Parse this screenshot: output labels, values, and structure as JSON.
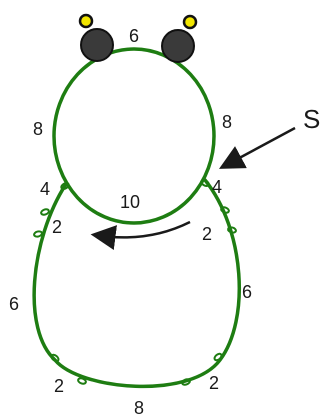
{
  "diagram": {
    "start_marker": "S",
    "colors": {
      "ring_stroke": "#1e7d12",
      "bead_fill": "#3a3a3a",
      "bead_center": "#f2e600",
      "arrow": "#1a1a1a"
    },
    "top_ring": {
      "counts": {
        "top": "6",
        "left": "8",
        "right": "8",
        "bottom": "10",
        "left_lower": "4",
        "right_lower": "4"
      }
    },
    "bottom_chain": {
      "counts": {
        "upper_left": "2",
        "upper_right": "2",
        "left_side": "6",
        "right_side": "6",
        "lower_left": "2",
        "lower_right": "2",
        "bottom": "8"
      }
    },
    "icons": {
      "left_bead": "bead-icon",
      "right_bead": "bead-icon",
      "start_arrow": "arrow-icon",
      "direction_arrow": "curved-arrow-icon",
      "picot": "picot-icon"
    }
  }
}
